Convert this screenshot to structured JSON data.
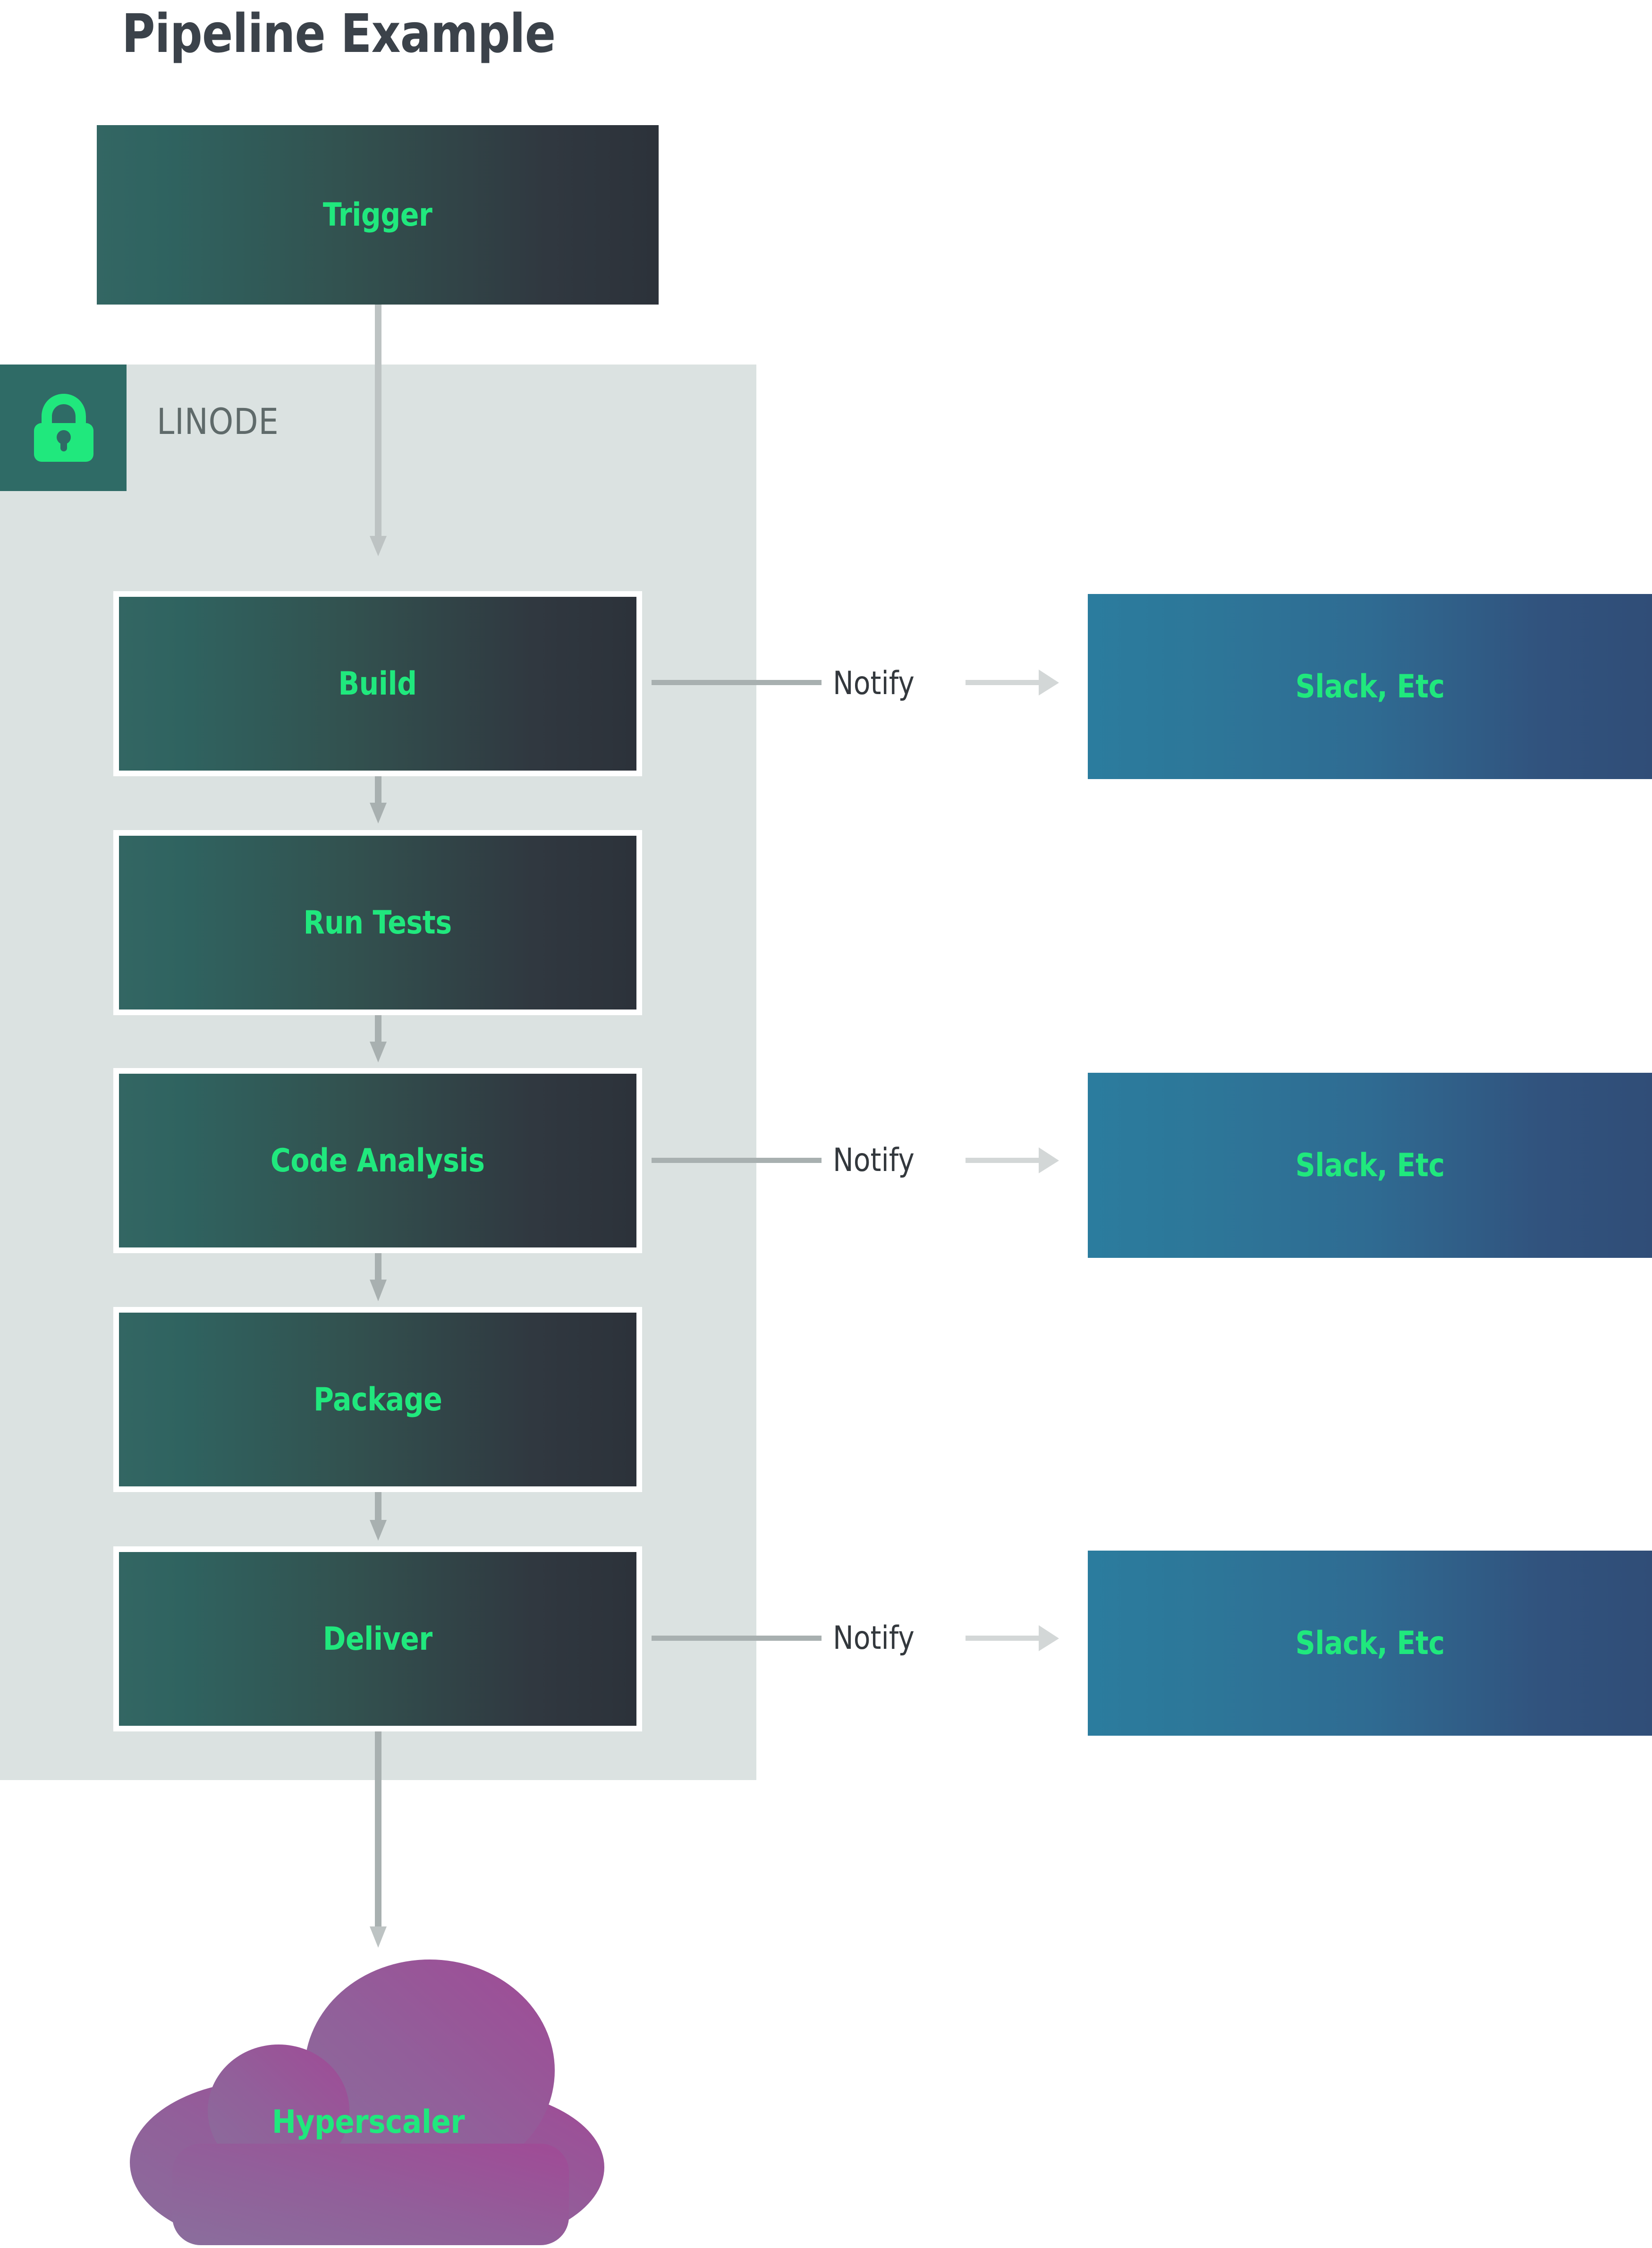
{
  "diagram": {
    "title": "Pipeline Example",
    "zone": {
      "name": "LINODE",
      "icon": "lock-icon"
    },
    "trigger": {
      "label": "Trigger"
    },
    "stages": [
      {
        "label": "Build"
      },
      {
        "label": "Run Tests"
      },
      {
        "label": "Code Analysis"
      },
      {
        "label": "Package"
      },
      {
        "label": "Deliver"
      }
    ],
    "notifications": [
      {
        "edge_label": "Notify",
        "target": "Slack, Etc"
      },
      {
        "edge_label": "Notify",
        "target": "Slack, Etc"
      },
      {
        "edge_label": "Notify",
        "target": "Slack, Etc"
      }
    ],
    "destination": {
      "label": "Hyperscaler",
      "shape": "cloud"
    },
    "colors": {
      "title_text": "#3b424a",
      "zone_background": "#dbe2e1",
      "zone_badge": "#2f6b66",
      "zone_label_text": "#5f6a6a",
      "stage_gradient_start": "#336663",
      "stage_gradient_end": "#2c323a",
      "notify_gradient_start": "#2b7c9e",
      "notify_gradient_end": "#304d77",
      "accent_green": "#20e87d",
      "arrow_gray": "#bfc4c4",
      "cloud_gradient_start": "#8d6a99",
      "cloud_gradient_end": "#9b4d95",
      "canvas_background": "#ffffff"
    }
  }
}
